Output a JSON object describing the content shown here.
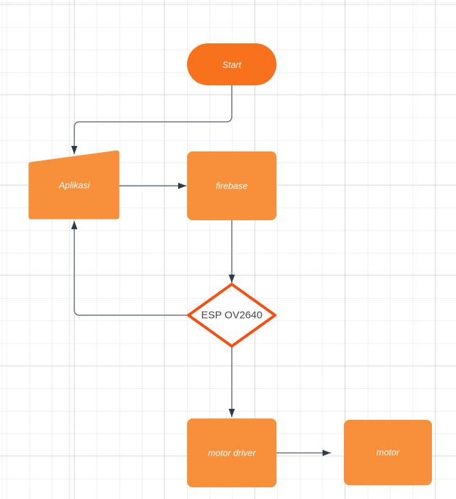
{
  "colors": {
    "start_fill": "#F8711C",
    "node_fill": "#F78F3B",
    "node_text": "#FFFFFF",
    "diamond_fill": "#FFFFFF",
    "diamond_stroke": "#FB4D0F",
    "diamond_text": "#454545",
    "edge_stroke": "#6E7278",
    "arrowhead_fill": "#2E3B45"
  },
  "diagram": {
    "nodes": {
      "start": {
        "label": "Start",
        "shape": "stadium"
      },
      "aplikasi": {
        "label": "Aplikasi",
        "shape": "manual-input"
      },
      "firebase": {
        "label": "firebase",
        "shape": "rounded-rectangle"
      },
      "esp_ov2640": {
        "label": "ESP OV2640",
        "shape": "decision-diamond"
      },
      "motor_driver": {
        "label": "motor driver",
        "shape": "rounded-rectangle"
      },
      "motor": {
        "label": "motor",
        "shape": "rounded-rectangle"
      }
    },
    "edges": [
      {
        "from": "start",
        "to": "aplikasi"
      },
      {
        "from": "aplikasi",
        "to": "firebase"
      },
      {
        "from": "firebase",
        "to": "esp_ov2640"
      },
      {
        "from": "esp_ov2640",
        "to": "aplikasi"
      },
      {
        "from": "esp_ov2640",
        "to": "motor_driver"
      },
      {
        "from": "motor_driver",
        "to": "motor"
      }
    ]
  }
}
